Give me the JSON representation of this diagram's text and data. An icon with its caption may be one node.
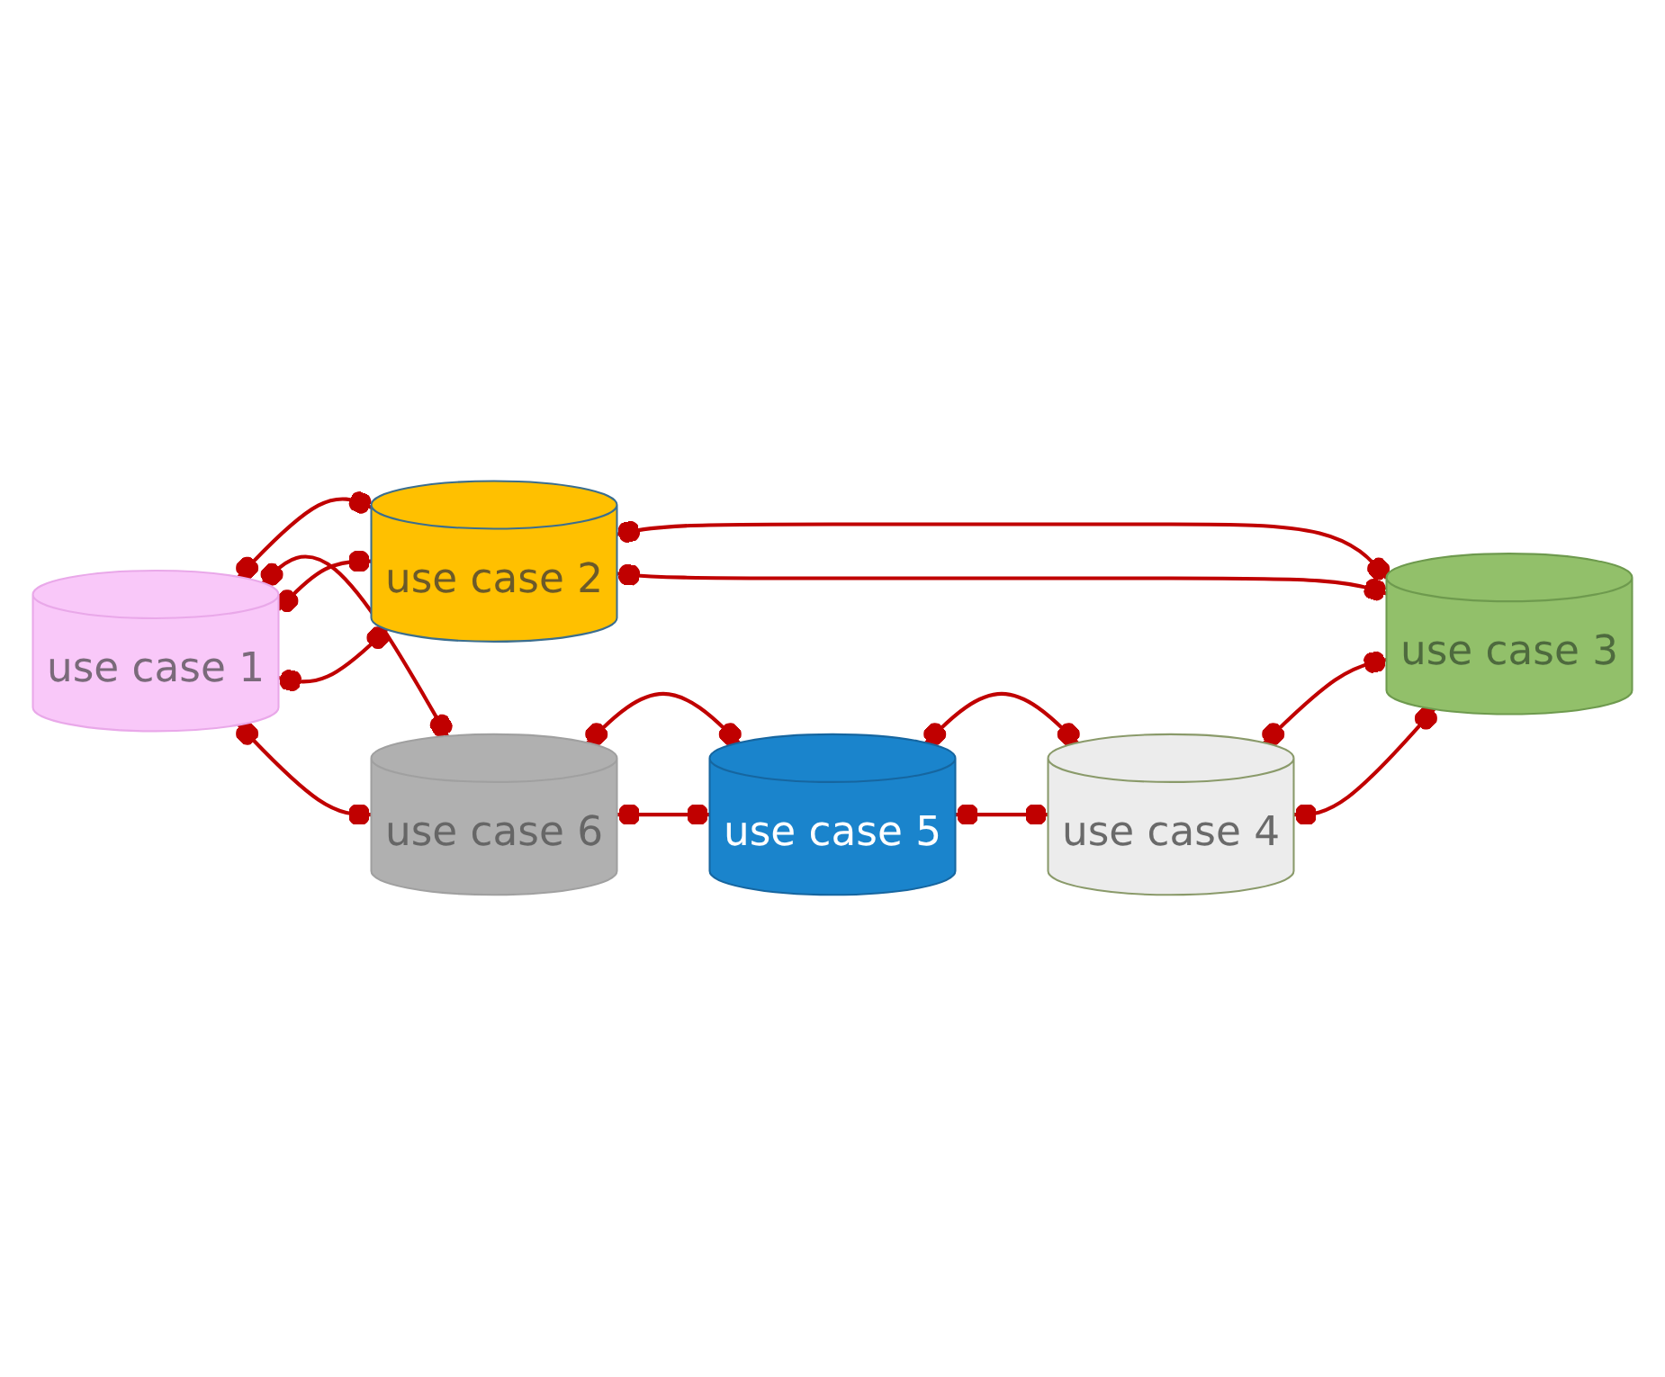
{
  "diagram": {
    "nodes": [
      {
        "text": [
          "use case 1"
        ]
      },
      {
        "text": [
          "use case 2"
        ]
      },
      {
        "text": [
          "use case 3"
        ]
      },
      {
        "text": [
          "use case 4"
        ]
      },
      {
        "text": [
          "use case 5"
        ]
      },
      {
        "text": [
          "use case 6"
        ]
      }
    ],
    "edges": [
      {
        "from": 5,
        "to": 0,
        "arrow": "other"
      },
      {
        "from": 5,
        "to": 4,
        "arrow": "other"
      },
      {
        "from": 4,
        "to": 3,
        "arrow": "other"
      },
      {
        "from": 3,
        "to": 2,
        "arrow": "other"
      },
      {
        "from": 0,
        "to": 1,
        "arrow": "other"
      },
      {
        "from": 1,
        "to": 2,
        "arrow": "other"
      },
      {
        "from": 0,
        "to": 5,
        "arrow": "other"
      },
      {
        "from": 5,
        "to": 4,
        "arrow": "other"
      },
      {
        "from": 4,
        "to": 3,
        "arrow": "other"
      },
      {
        "from": 0,
        "to": 1,
        "arrow": "other"
      },
      {
        "from": 0,
        "to": 1,
        "arrow": "other"
      },
      {
        "from": 1,
        "to": 2,
        "arrow": "other"
      },
      {
        "from": 3,
        "to": 2,
        "arrow": "other"
      }
    ]
  }
}
